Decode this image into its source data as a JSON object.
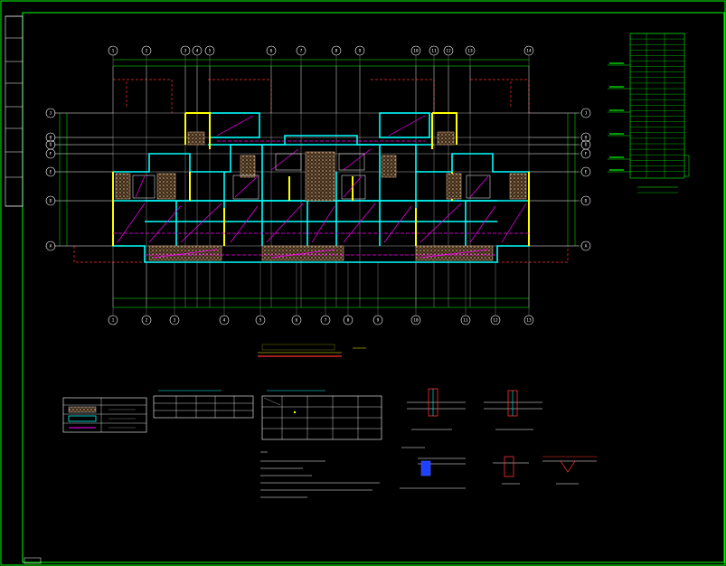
{
  "title_block": {
    "cells": [
      "",
      "",
      "",
      "",
      "",
      "",
      "",
      ""
    ]
  },
  "plan": {
    "grid_top": [
      "1",
      "2",
      "3",
      "4",
      "5",
      "6",
      "7",
      "8",
      "9",
      "10",
      "11",
      "12",
      "13",
      "14"
    ],
    "grid_bottom": [
      "1",
      "2",
      "3",
      "4",
      "5",
      "6",
      "7",
      "8",
      "9",
      "10",
      "11",
      "12",
      "13"
    ],
    "grid_left": [
      "J",
      "H",
      "G",
      "F",
      "E",
      "D",
      "A"
    ],
    "grid_right": [
      "J",
      "H",
      "G",
      "F",
      "E",
      "D",
      "A"
    ],
    "title": "",
    "scale": ""
  },
  "colors": {
    "frame": "#00ff00",
    "wall_yellow": "#ffff00",
    "wall_cyan": "#00ffff",
    "magenta": "#ff00ff",
    "hatch": "#c8a07a",
    "red_dash": "#ff3030",
    "white": "#ffffff"
  }
}
